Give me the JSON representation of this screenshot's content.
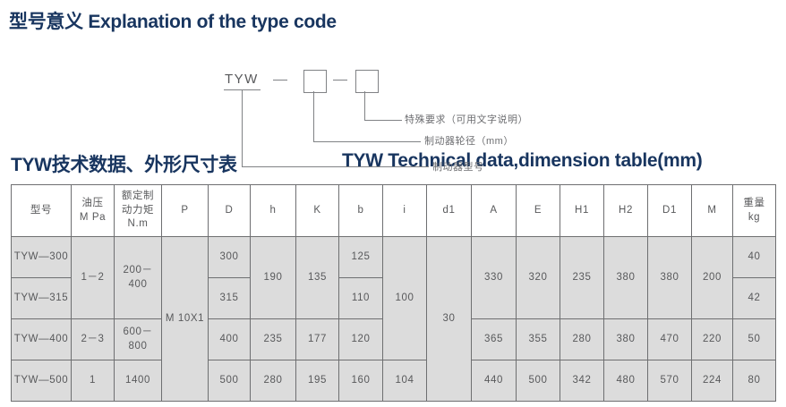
{
  "headings": {
    "type_code": "型号意义 Explanation of the type code",
    "tech_cn": "TYW技术数据、外形尺寸表",
    "tech_en": "TYW Technical data,dimension table(mm)"
  },
  "type_code_diagram": {
    "prefix": "TYW",
    "separator": "—",
    "notes": {
      "special": "特殊要求（可用文字说明）",
      "wheel_diameter": "制动器轮径（mm）",
      "model": "制动器型号"
    }
  },
  "table": {
    "headers": [
      {
        "line1": "型号",
        "line2": ""
      },
      {
        "line1": "油压",
        "line2": "M Pa"
      },
      {
        "line1": "额定制",
        "line2": "动力矩",
        "line3": "N.m"
      },
      {
        "line1": "P",
        "line2": ""
      },
      {
        "line1": "D",
        "line2": ""
      },
      {
        "line1": "h",
        "line2": ""
      },
      {
        "line1": "K",
        "line2": ""
      },
      {
        "line1": "b",
        "line2": ""
      },
      {
        "line1": "i",
        "line2": ""
      },
      {
        "line1": "d1",
        "line2": ""
      },
      {
        "line1": "A",
        "line2": ""
      },
      {
        "line1": "E",
        "line2": ""
      },
      {
        "line1": "H1",
        "line2": ""
      },
      {
        "line1": "H2",
        "line2": ""
      },
      {
        "line1": "D1",
        "line2": ""
      },
      {
        "line1": "M",
        "line2": ""
      },
      {
        "line1": "重量",
        "line2": "kg"
      }
    ],
    "rows": [
      {
        "model": "TYW—300",
        "pressure": "1－2",
        "torque": "200－400",
        "P": "M 10X1",
        "D": "300",
        "h": "190",
        "K": "135",
        "b": "125",
        "i": "100",
        "d1": "30",
        "A": "330",
        "E": "320",
        "H1": "235",
        "H2": "380",
        "D1": "380",
        "M": "200",
        "weight": "40"
      },
      {
        "model": "TYW—315",
        "pressure": "",
        "torque": "",
        "P": "",
        "D": "315",
        "h": "",
        "K": "",
        "b": "110",
        "i": "",
        "d1": "",
        "A": "",
        "E": "",
        "H1": "",
        "H2": "",
        "D1": "",
        "M": "",
        "weight": "42"
      },
      {
        "model": "TYW—400",
        "pressure": "2－3",
        "torque": "600－800",
        "P": "",
        "D": "400",
        "h": "235",
        "K": "177",
        "b": "120",
        "i": "",
        "d1": "",
        "A": "365",
        "E": "355",
        "H1": "280",
        "H2": "380",
        "D1": "470",
        "M": "220",
        "weight": "50"
      },
      {
        "model": "TYW—500",
        "pressure": "1",
        "torque": "1400",
        "P": "",
        "D": "500",
        "h": "280",
        "K": "195",
        "b": "160",
        "i": "104",
        "d1": "",
        "A": "440",
        "E": "500",
        "H1": "342",
        "H2": "480",
        "D1": "570",
        "M": "224",
        "weight": "80"
      }
    ]
  }
}
